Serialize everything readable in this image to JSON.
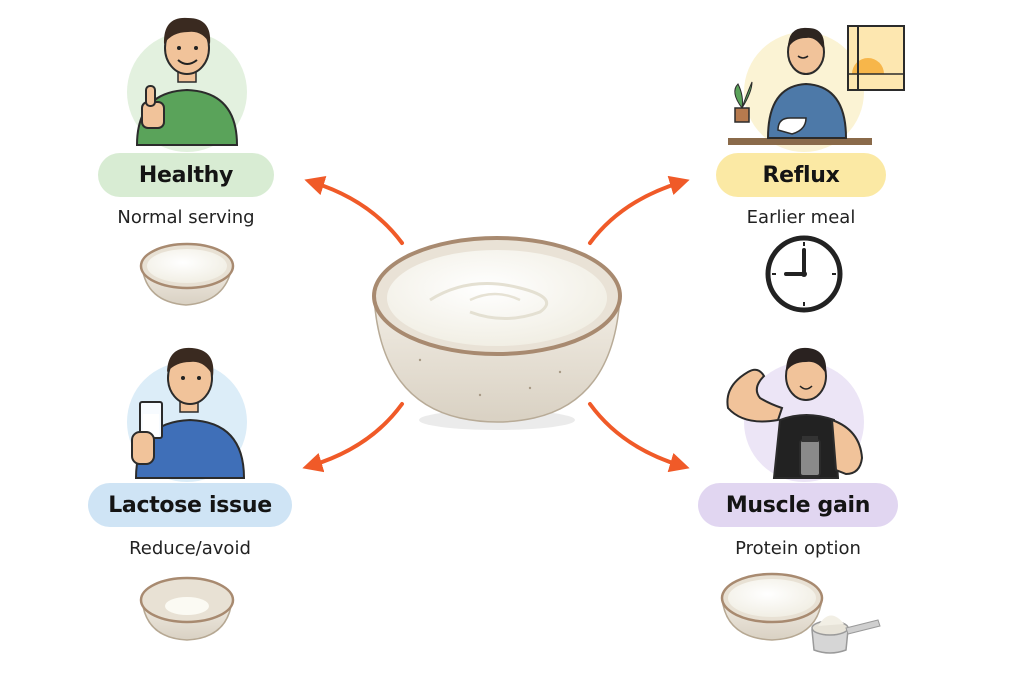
{
  "colors": {
    "arrow": "#f05a28",
    "healthy_pill": "#d8ecd3",
    "reflux_pill": "#fbe9a4",
    "lactose_pill": "#cfe4f5",
    "muscle_pill": "#e1d6f1",
    "bowl_ceramic": "#ebe5da",
    "yogurt": "#fbfaf3"
  },
  "center": {
    "icon": "yogurt-bowl-icon"
  },
  "nodes": [
    {
      "id": "healthy",
      "label": "Healthy",
      "subtitle": "Normal serving",
      "icon": "thumbs-up-person-icon",
      "item_icon": "yogurt-bowl-icon"
    },
    {
      "id": "reflux",
      "label": "Reflux",
      "subtitle": "Earlier meal",
      "icon": "person-eating-icon",
      "item_icon": "clock-icon"
    },
    {
      "id": "lactose",
      "label": "Lactose issue",
      "subtitle": "Reduce/avoid",
      "icon": "person-drinking-icon",
      "item_icon": "small-yogurt-bowl-icon"
    },
    {
      "id": "muscle",
      "label": "Muscle gain",
      "subtitle": "Protein option",
      "icon": "flexing-person-icon",
      "item_icon": "protein-scoop-icon"
    }
  ]
}
